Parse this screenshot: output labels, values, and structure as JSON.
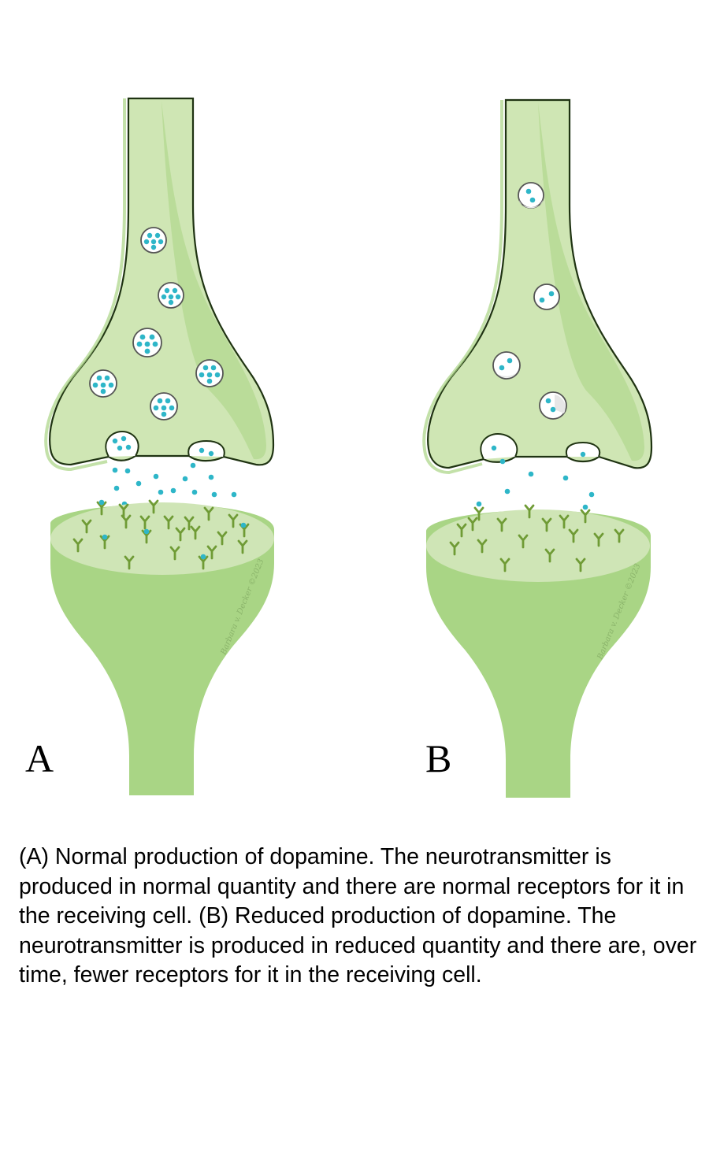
{
  "colors": {
    "axon_fill": "#cfe6b4",
    "axon_shade": "#a9d484",
    "axon_outline": "#1f3312",
    "dendrite_fill": "#a9d585",
    "dendrite_top": "#cfe5b6",
    "receptor": "#6f9b35",
    "dopamine": "#2eb6c8",
    "vesicle_fill": "#ffffff",
    "vesicle_edge": "#555555"
  },
  "panels": [
    {
      "label": "A",
      "condition": "normal",
      "vesicle_count": 7,
      "molecules_per_vesicle": 6,
      "receptor_count": 22
    },
    {
      "label": "B",
      "condition": "reduced",
      "vesicle_count": 4,
      "molecules_per_vesicle": 2,
      "receptor_count": 17
    }
  ],
  "signature": "Barbara v. Decker ©2023",
  "caption": "(A) Normal production of dopamine. The neurotransmitter is produced in normal quantity and there are normal receptors for it in the receiving cell. (B) Reduced production of dopamine. The neurotransmitter is produced in reduced quantity and there are, over time, fewer receptors for it in the receiving cell."
}
